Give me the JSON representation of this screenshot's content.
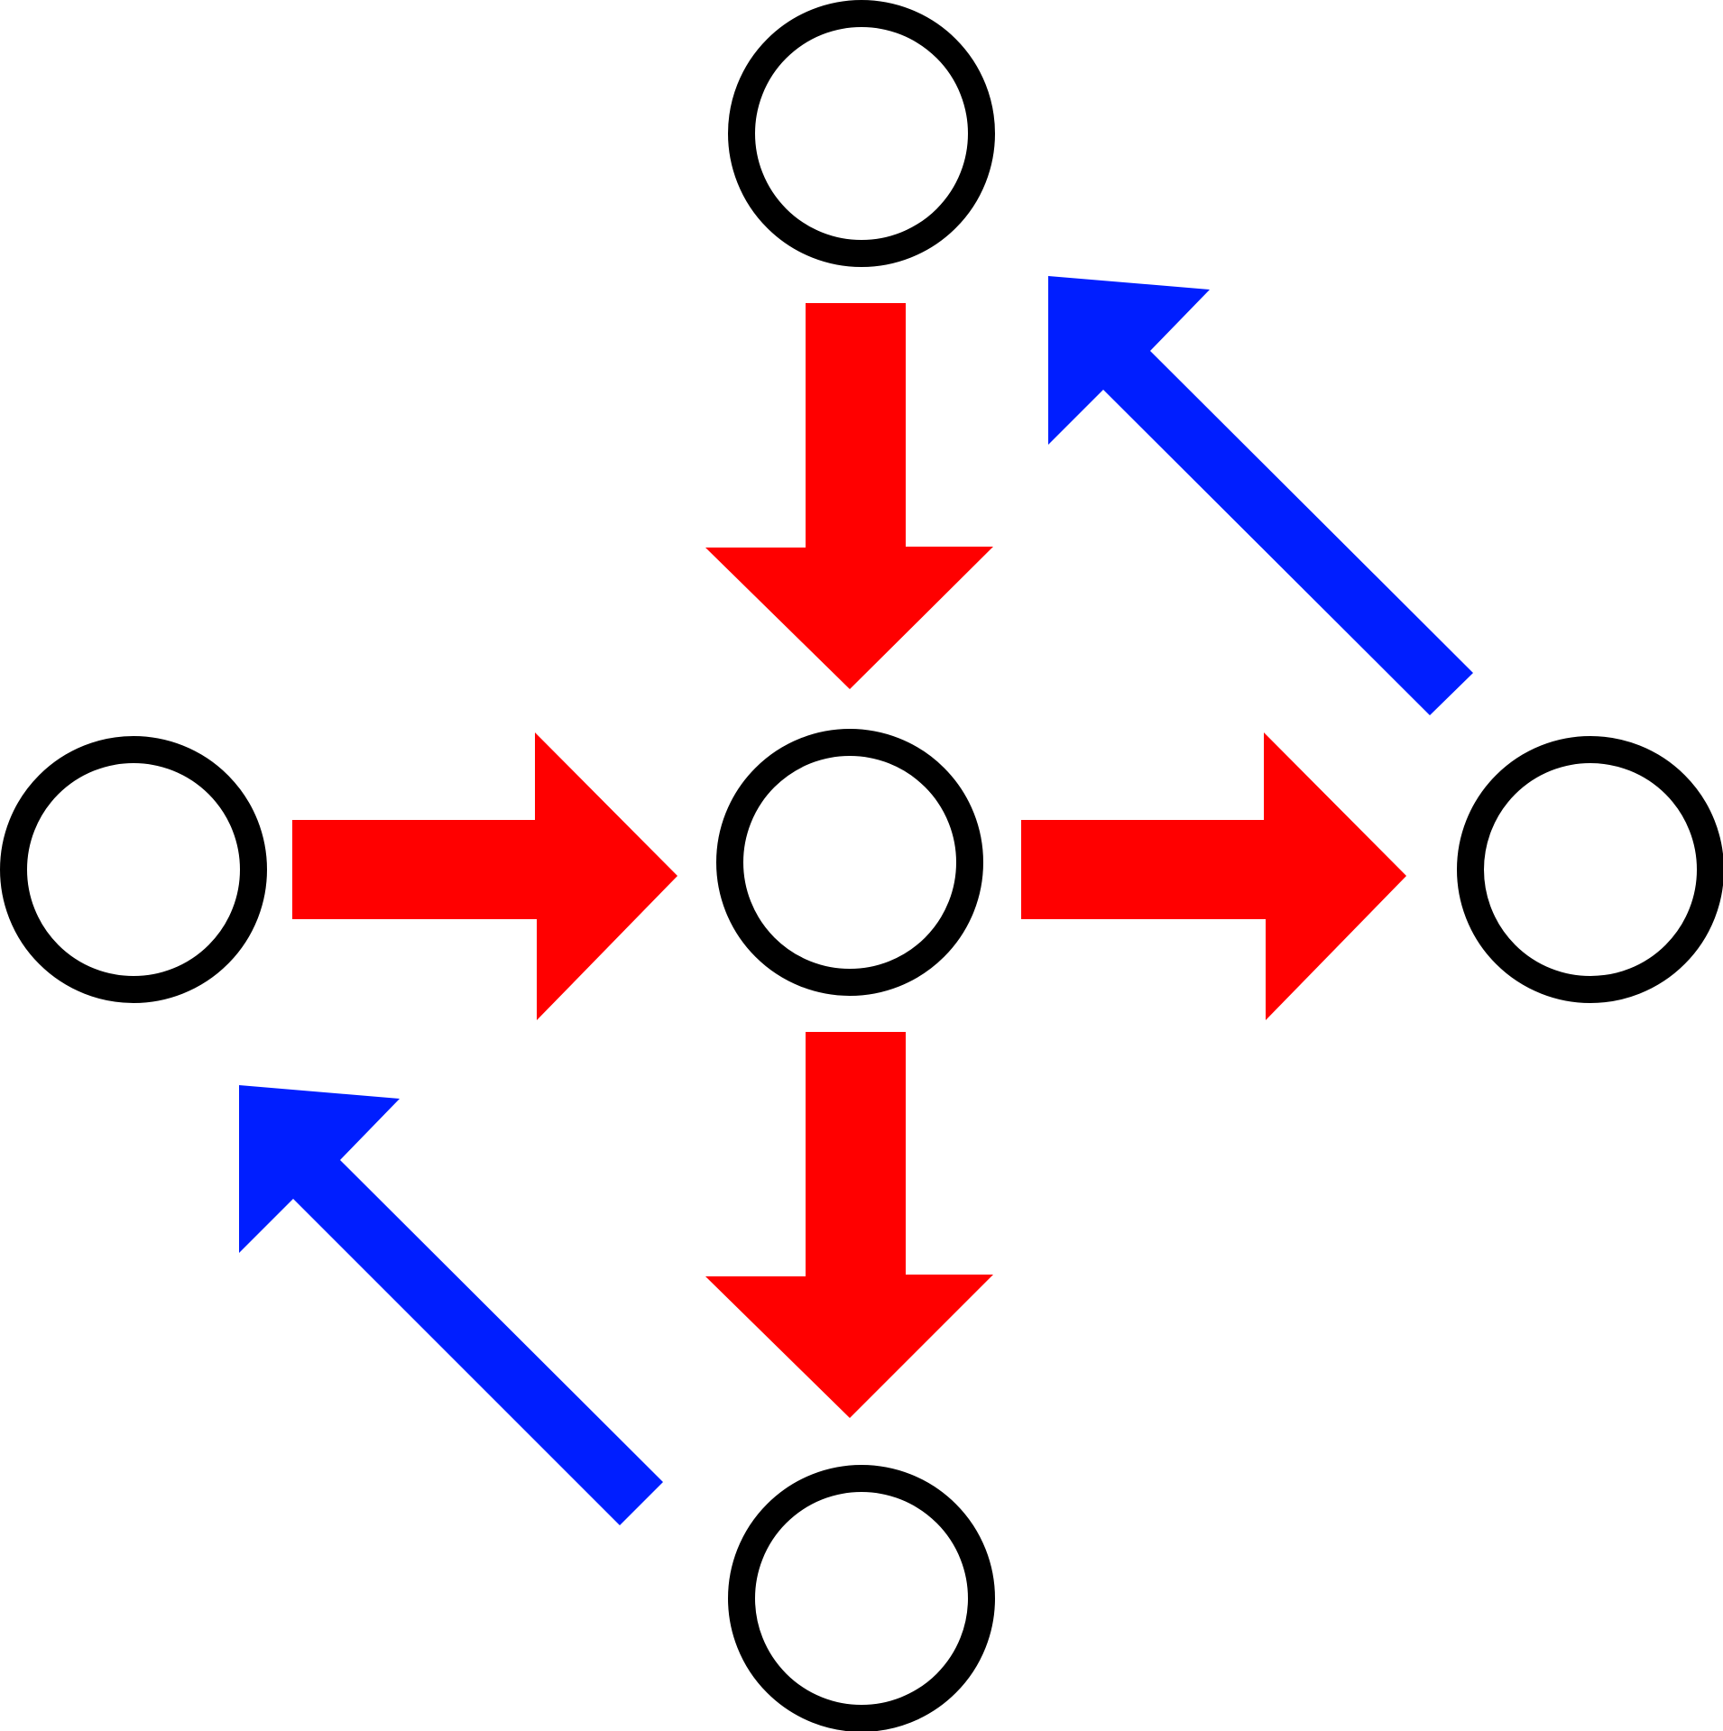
{
  "diagram": {
    "colors": {
      "background": "#ffffff",
      "node_stroke": "#000000",
      "primary_arrow": "#ff0000",
      "secondary_arrow": "#001eff"
    },
    "nodes": [
      {
        "id": "top"
      },
      {
        "id": "center"
      },
      {
        "id": "left"
      },
      {
        "id": "right"
      },
      {
        "id": "bottom"
      }
    ],
    "edges": [
      {
        "id": "top-to-center",
        "from": "top",
        "to": "center",
        "color_role": "primary_arrow"
      },
      {
        "id": "left-to-center",
        "from": "left",
        "to": "center",
        "color_role": "primary_arrow"
      },
      {
        "id": "center-to-right",
        "from": "center",
        "to": "right",
        "color_role": "primary_arrow"
      },
      {
        "id": "center-to-bottom",
        "from": "center",
        "to": "bottom",
        "color_role": "primary_arrow"
      },
      {
        "id": "right-to-top",
        "from": "right",
        "to": "top",
        "color_role": "secondary_arrow"
      },
      {
        "id": "bottom-to-left",
        "from": "bottom",
        "to": "left",
        "color_role": "secondary_arrow"
      }
    ]
  }
}
